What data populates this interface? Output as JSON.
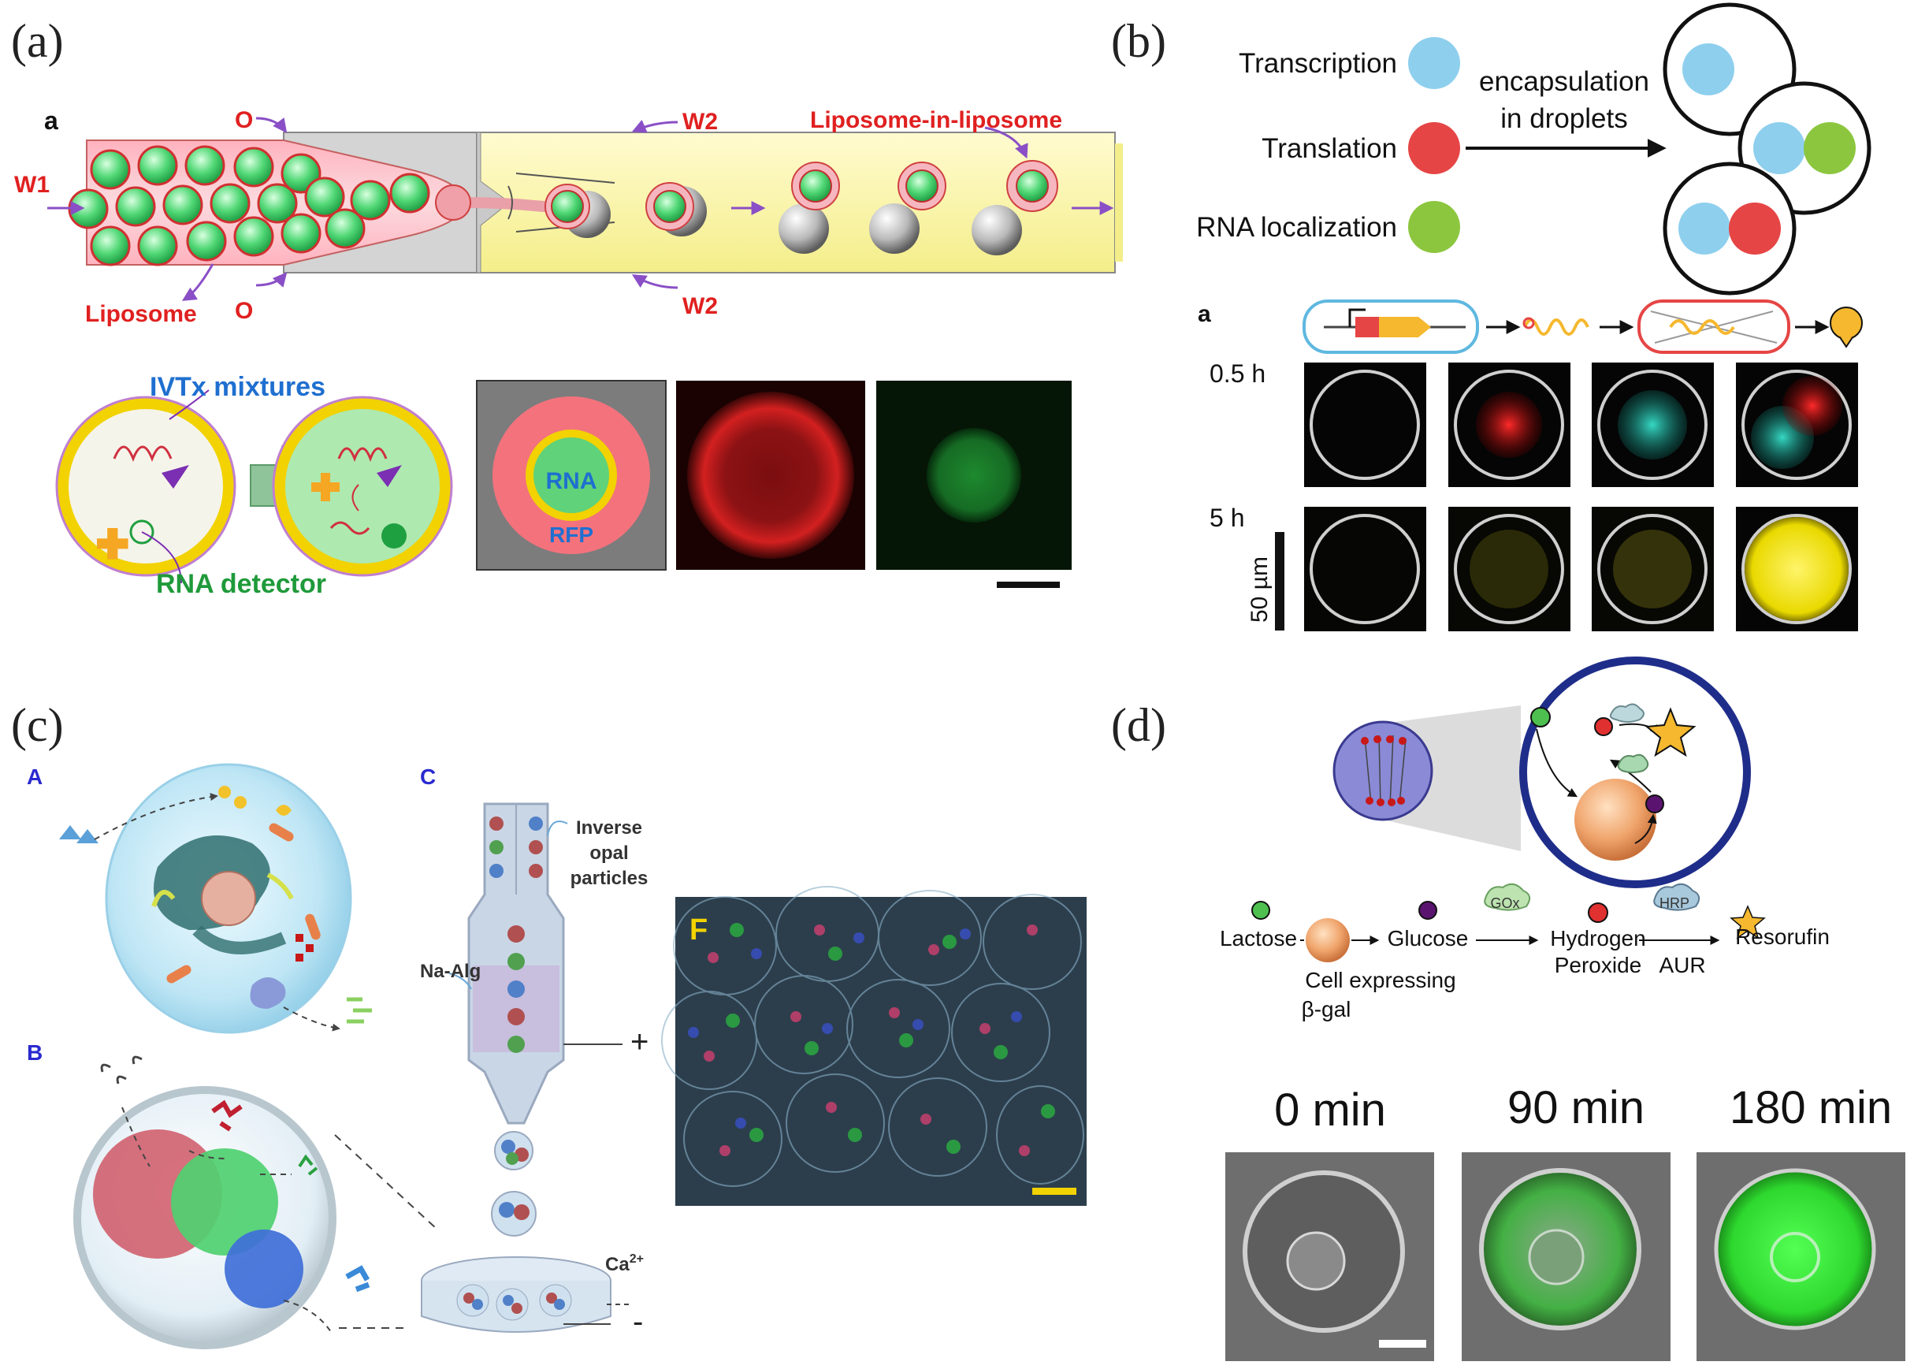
{
  "panel_labels": {
    "a": "(a)",
    "b": "(b)",
    "c": "(c)",
    "d": "(d)"
  },
  "panel_a": {
    "sub_label": "a",
    "w1": "W1",
    "o_top": "O",
    "o_bottom": "O",
    "w2_top": "W2",
    "w2_bottom": "W2",
    "liposome_in_liposome": "Liposome-in-liposome",
    "liposome": "Liposome",
    "ivtx_mixtures": "IVTx mixtures",
    "rna_detector": "RNA detector",
    "rna": "RNA",
    "rfp": "RFP"
  },
  "panel_b": {
    "transcription": "Transcription",
    "translation": "Translation",
    "rna_localization": "RNA localization",
    "encapsulation_line1": "encapsulation",
    "encapsulation_line2": "in droplets",
    "sub_label": "a",
    "time_1": "0.5 h",
    "time_2": "5 h",
    "scale": "50 µm"
  },
  "panel_c": {
    "label_A": "A",
    "label_B": "B",
    "label_C": "C",
    "label_F": "F",
    "inverse_line1": "Inverse",
    "inverse_line2": "opal",
    "inverse_line3": "particles",
    "na_alg": "Na-Alg",
    "ca": "Ca",
    "ca_sup": "2+",
    "plus": "+",
    "minus": "-"
  },
  "panel_d": {
    "gox": "GOx",
    "hrp": "HRP",
    "lactose": "Lactose",
    "glucose": "Glucose",
    "hydrogen": "Hydrogen",
    "peroxide": "Peroxide",
    "resorufin": "Resorufin",
    "aur": "AUR",
    "cell_line1": "Cell expressing",
    "cell_line2": "β-gal",
    "t0": "0 min",
    "t90": "90 min",
    "t180": "180 min"
  },
  "colors": {
    "label_red": "#e02020",
    "label_blue": "#1f6fd0",
    "label_green": "#1f9a3a",
    "transcription": "#8ecfee",
    "translation": "#e64545",
    "rna_localization": "#8cc63f",
    "yellow_channel": "#f3ec8a",
    "arrow_purple": "#8a4fc6"
  }
}
